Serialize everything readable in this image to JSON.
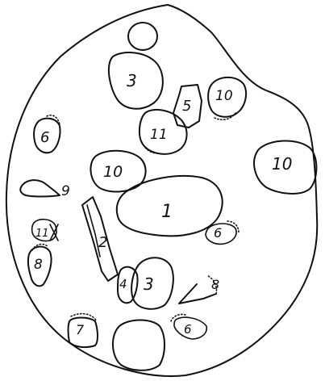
{
  "labels": {
    "l1": "1",
    "l2": "2",
    "l3a": "3",
    "l3b": "3",
    "l4": "4",
    "l5": "5",
    "l6a": "6",
    "l6b": "6",
    "l6c": "6",
    "l7": "7",
    "l8a": "8",
    "l8b": "8",
    "l9": "9",
    "l10a": "10",
    "l10b": "10",
    "l10c": "10",
    "l11a": "11",
    "l11b": "11"
  }
}
